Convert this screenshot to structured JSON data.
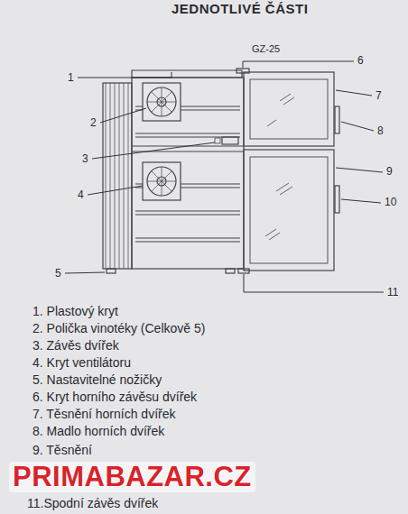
{
  "diagram": {
    "title": "JEDNOTLIVÉ ČÁSTI",
    "labels": [
      "GZ-25",
      "1",
      "2",
      "3",
      "4",
      "5",
      "6",
      "7",
      "8",
      "9",
      "10",
      "11",
      "1. Plastový kryt",
      "2. Polička vinotéky (Celkově 5)",
      "3. Závěs dvířek",
      "4. Kryt ventilátoru",
      "5. Nastavitelné nožičky",
      "6. Kryt horního závěsu dvířek",
      "7. Těsnění horních dvířek",
      "8. Madlo horních dvířek",
      "9. Těsnění",
      "11.Spodní závěs dvířek",
      "PRIMABAZAR.CZ"
    ]
  }
}
